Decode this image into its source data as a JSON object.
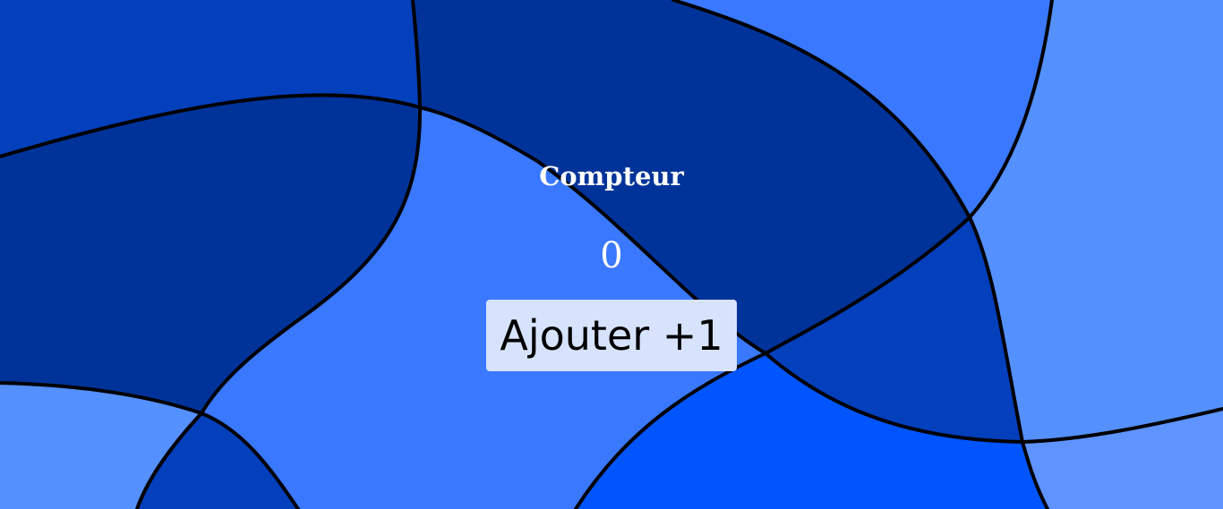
{
  "counter": {
    "title": "Compteur",
    "value": "0",
    "button_label": "Ajouter +1"
  },
  "colors": {
    "blue_darkest": "#003399",
    "blue_dark": "#043fbc",
    "blue_medium": "#3a78ff",
    "blue_bright": "#0055ff",
    "blue_light": "#5590ff",
    "button_background": "#d7e3fd",
    "outline": "#000000",
    "text_light": "#ffffff",
    "text_dark": "#000000"
  }
}
